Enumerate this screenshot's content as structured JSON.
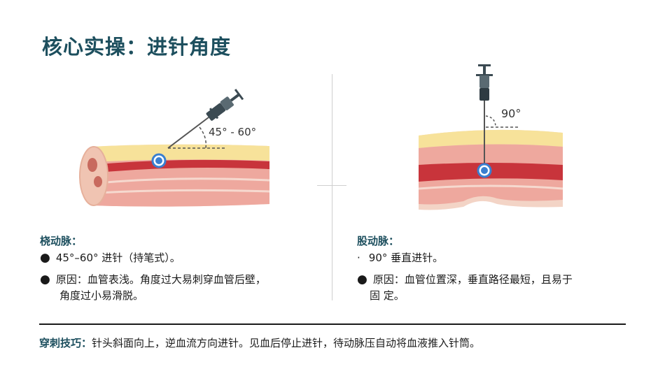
{
  "title": "核心实操：进针角度",
  "left": {
    "angle_label": "45° - 60°",
    "heading": "桡动脉：",
    "bullet1_symbol": "●",
    "bullet1": "45°–60° 进针（持笔式）。",
    "bullet2_symbol": "●",
    "bullet2_line1": "原因：血管表浅。角度过大易刺穿血管后壁，",
    "bullet2_line2": "角度过小易滑脱。"
  },
  "right": {
    "angle_label": "90°",
    "heading": "股动脉：",
    "bullet1_symbol": "·",
    "bullet1": "90° 垂直进针。",
    "bullet2_symbol": "●",
    "bullet2_line1": "原因：血管位置深，垂直路径最短，且易于",
    "bullet2_line2": "固 定。"
  },
  "tip": {
    "label": "穿刺技巧：",
    "text": "针头斜面向上，逆血流方向进针。见血后停止进针，待动脉压自动将血液推入针筒。"
  },
  "colors": {
    "title": "#1d4f5e",
    "skin": "#f5cfc0",
    "fat": "#f7e29a",
    "artery": "#c8343b",
    "vessel_marker": "#3a7fd0"
  }
}
